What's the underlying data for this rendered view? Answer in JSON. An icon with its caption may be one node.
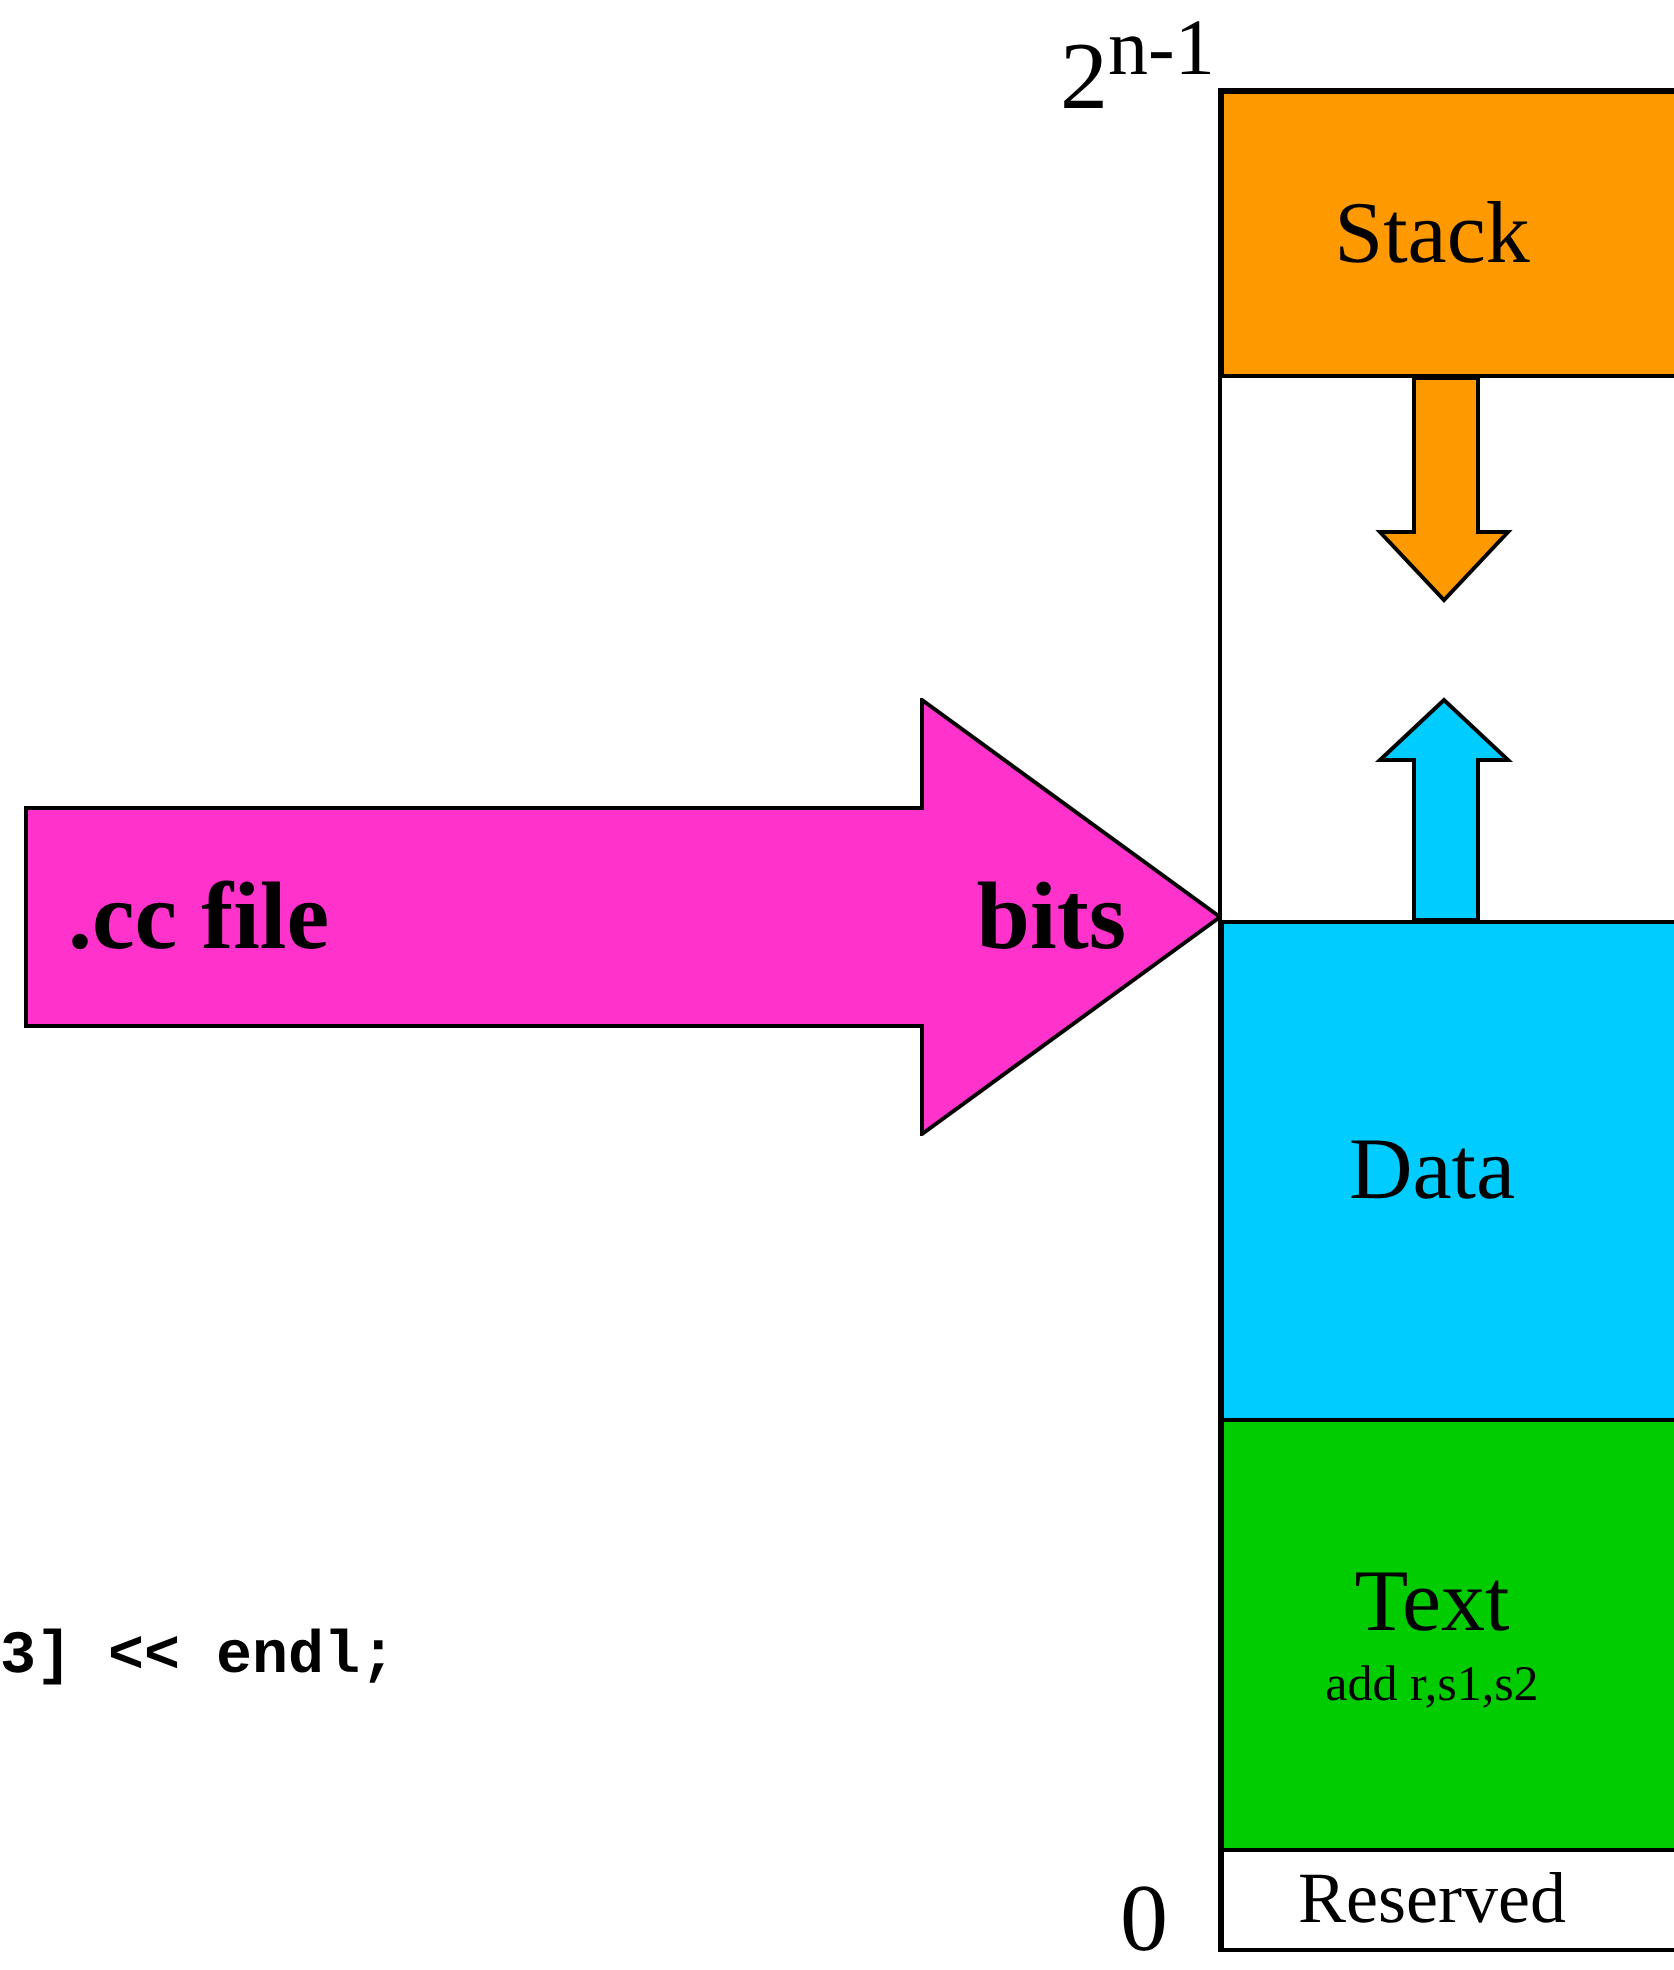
{
  "diagram": {
    "nodes": [
      {
        "text": [
          "Stack"
        ]
      },
      {
        "text": [
          "Data"
        ]
      },
      {
        "text": [
          "Text",
          "add r,s1,s2"
        ]
      },
      {
        "text": [
          "Reserved"
        ]
      },
      {
        "text": [
          ".cc file",
          "bits"
        ]
      }
    ],
    "labels": [
      "2$^{n-1}$",
      "0",
      "3] << endl;"
    ]
  }
}
